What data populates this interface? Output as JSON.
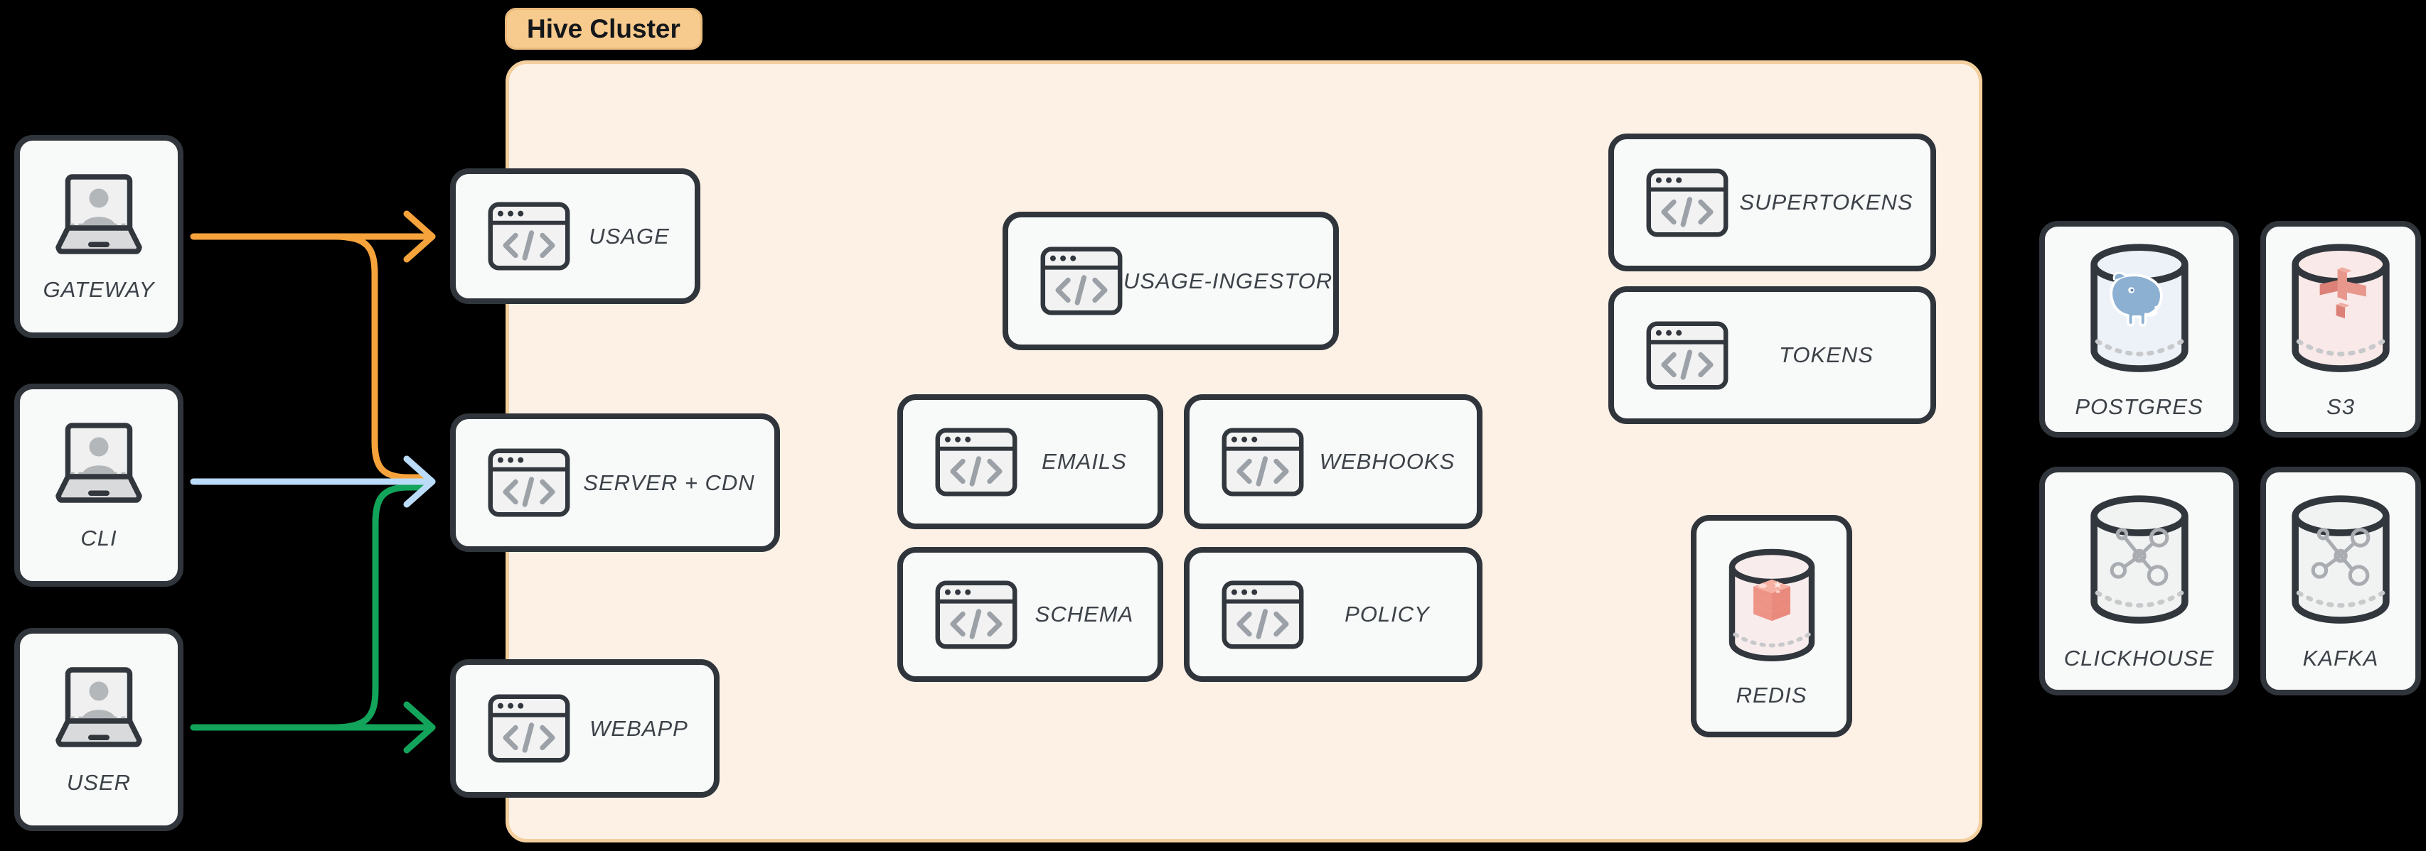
{
  "cluster": {
    "label": "Hive Cluster"
  },
  "clients": [
    {
      "id": "gateway",
      "label": "GATEWAY"
    },
    {
      "id": "cli",
      "label": "CLI"
    },
    {
      "id": "user",
      "label": "USER"
    }
  ],
  "services": [
    {
      "id": "usage",
      "label": "USAGE"
    },
    {
      "id": "server-cdn",
      "label": "SERVER + CDN"
    },
    {
      "id": "webapp",
      "label": "WEBAPP"
    },
    {
      "id": "usage-ingestor",
      "label": "USAGE-INGESTOR"
    },
    {
      "id": "emails",
      "label": "EMAILS"
    },
    {
      "id": "webhooks",
      "label": "WEBHOOKS"
    },
    {
      "id": "schema",
      "label": "SCHEMA"
    },
    {
      "id": "policy",
      "label": "POLICY"
    },
    {
      "id": "supertokens",
      "label": "SUPERTOKENS"
    },
    {
      "id": "tokens",
      "label": "TOKENS"
    },
    {
      "id": "redis",
      "label": "REDIS"
    }
  ],
  "datastores": [
    {
      "id": "postgres",
      "label": "POSTGRES"
    },
    {
      "id": "s3",
      "label": "S3"
    },
    {
      "id": "clickhouse",
      "label": "CLICKHOUSE"
    },
    {
      "id": "kafka",
      "label": "KAFKA"
    }
  ],
  "edges": [
    {
      "from": "GATEWAY",
      "to": "USAGE",
      "color": "#f6a33b"
    },
    {
      "from": "GATEWAY",
      "to": "SERVER + CDN",
      "color": "#f6a33b"
    },
    {
      "from": "CLI",
      "to": "SERVER + CDN",
      "color": "#bbdcf8"
    },
    {
      "from": "USER",
      "to": "WEBAPP",
      "color": "#12a45a"
    },
    {
      "from": "USER",
      "to": "SERVER + CDN",
      "color": "#12a45a"
    }
  ],
  "colors": {
    "arrow_orange": "#f6a33b",
    "arrow_blue": "#bbdcf8",
    "arrow_green": "#12a45a",
    "cluster_fill": "#fdf1e6",
    "cluster_border": "#f3cf9e",
    "badge_fill": "#f7ca8e",
    "node_fill": "#f8f9f9",
    "node_border": "#2f353b",
    "label_color": "#3c4248"
  }
}
